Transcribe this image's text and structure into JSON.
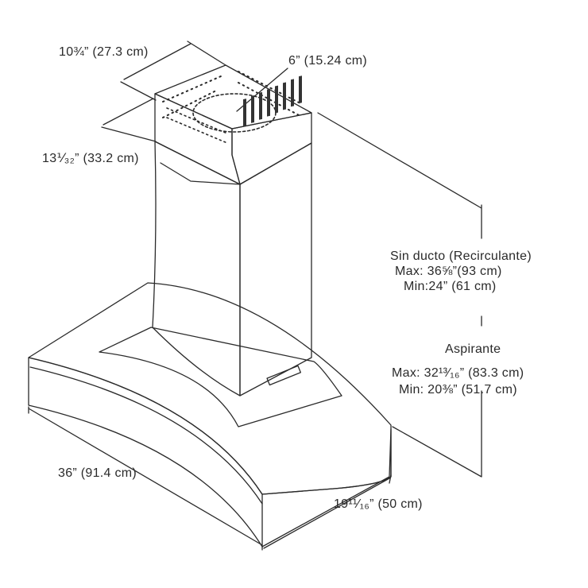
{
  "dimensions": {
    "chimney_width": "10¾” (27.3 cm)",
    "duct_diameter": "6” (15.24 cm)",
    "chimney_depth": "13⅟₃₂” (33.2 cm)",
    "hood_width": "36” (91.4 cm)",
    "hood_depth": "19¹¹⁄₁₆” (50 cm)"
  },
  "height_notes": {
    "ductless": {
      "title": "Sin ducto (Recirculante)",
      "max": "Max: 36⅝”(93 cm)",
      "min": "Min:24” (61 cm)"
    },
    "ducted": {
      "title": "Aspirante",
      "max": "Max: 32¹³⁄₁₆” (83.3 cm)",
      "min": "Min: 20⅜” (51.7 cm)"
    }
  },
  "colors": {
    "line": "#2a2a2a",
    "vent": "#333333",
    "background": "#ffffff"
  }
}
